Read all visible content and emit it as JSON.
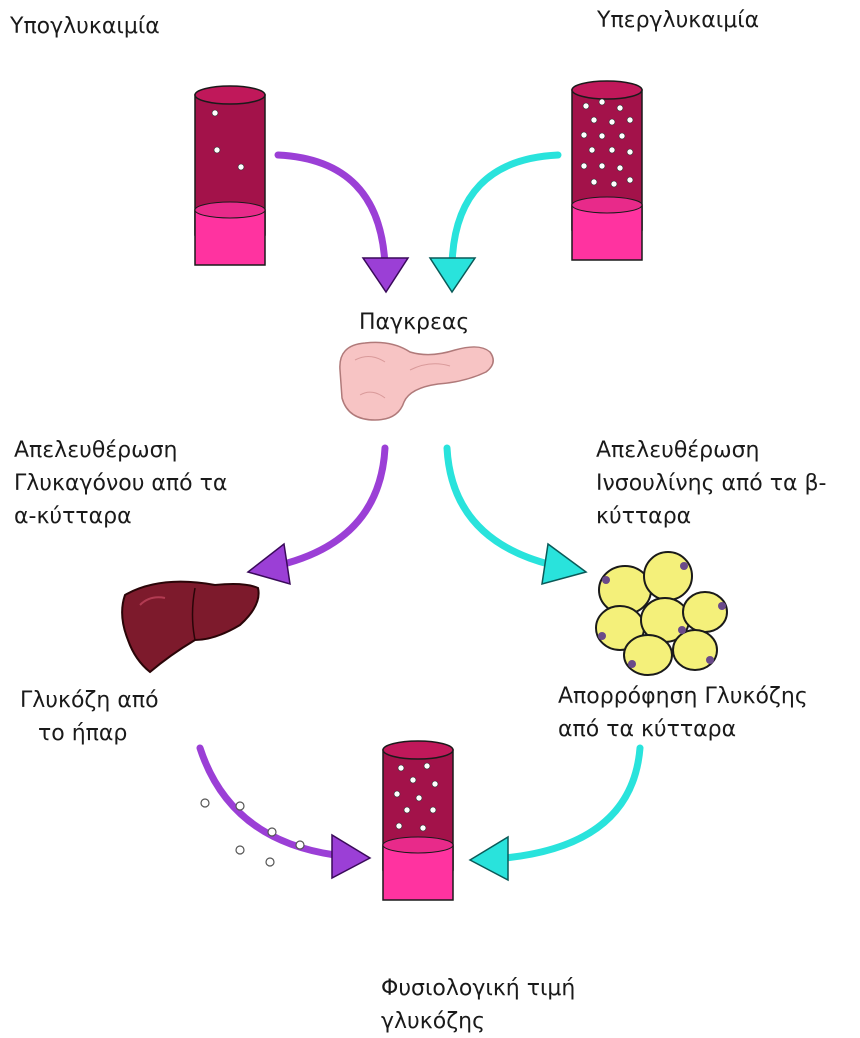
{
  "labels": {
    "hypoglycemia": "Υπογλυκαιμία",
    "hyperglycemia": "Υπεργλυκαιμία",
    "pancreas": "Παγκρεας",
    "glucagon_release": [
      "Απελευθέρωση",
      "Γλυκαγόνου από τα",
      "α-κύτταρα"
    ],
    "insulin_release": [
      "Απελευθέρωση",
      "Ινσουλίνης  από τα β-",
      "κύτταρα"
    ],
    "liver_glucose": [
      "Γλυκόζη από",
      "το ήπαρ"
    ],
    "cell_uptake": [
      "Απορρόφηση Γλυκόζης",
      "από τα κύτταρα"
    ],
    "normal_glucose": [
      "Φυσιολογική τιμή",
      "γλυκόζης"
    ]
  },
  "colors": {
    "purple_arrow": "#9b3fd6",
    "cyan_arrow": "#29e3dc",
    "tube_body": "#a3124a",
    "tube_base": "#ff33a0",
    "pancreas": "#f7c4c4",
    "liver": "#7d1a2c",
    "fat_cell": "#f4f07a"
  },
  "icons": [
    "blood-tube-icon",
    "pancreas-icon",
    "liver-icon",
    "fat-cells-icon",
    "glucose-molecule-icon"
  ]
}
